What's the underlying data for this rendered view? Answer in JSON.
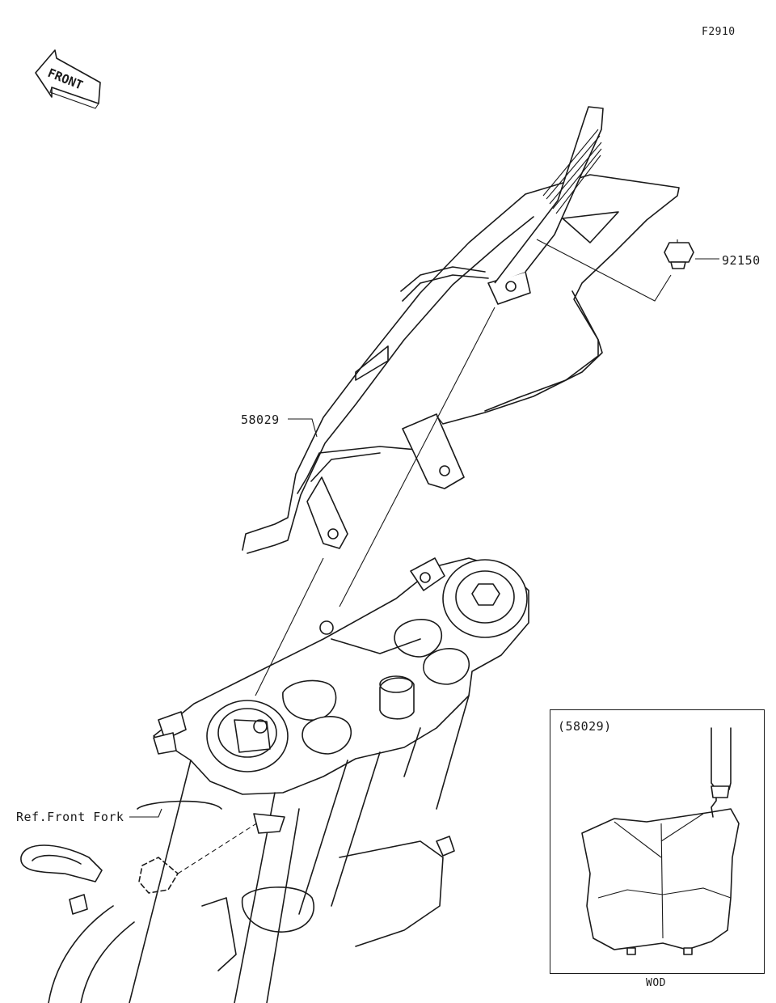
{
  "figure_id": "F2910",
  "front_arrow_text": "FRONT",
  "callouts": {
    "bolt": "92150",
    "number_plate": "58029",
    "front_fork_ref": "Ref.Front Fork"
  },
  "inset": {
    "title": "(58029)",
    "caption": "WOD"
  }
}
